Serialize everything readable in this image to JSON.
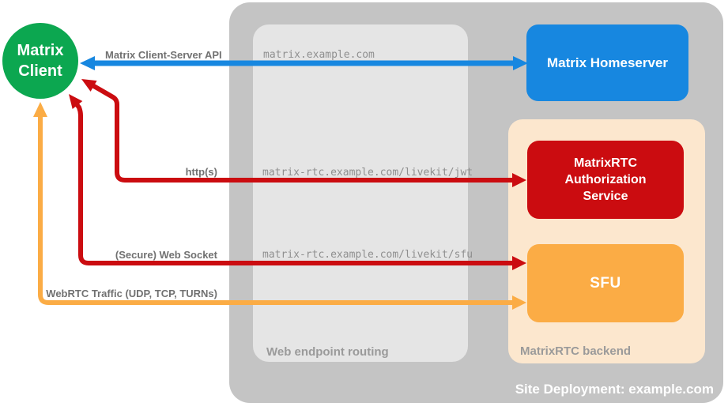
{
  "diagram": {
    "title": "Site Deployment: example.com",
    "nodes": {
      "client": {
        "line1": "Matrix",
        "line2": "Client",
        "color": "#0ca750"
      },
      "homeserver": {
        "label": "Matrix Homeserver",
        "color": "#1787e0"
      },
      "auth_service": {
        "label": "MatrixRTC Authorization Service",
        "color": "#cb0c10"
      },
      "sfu": {
        "label": "SFU",
        "color": "#fbac45"
      }
    },
    "groups": {
      "site": {
        "label": "Site Deployment: example.com",
        "color": "#c4c4c4"
      },
      "web_routing": {
        "label": "Web endpoint routing",
        "color": "#e5e5e5"
      },
      "backend": {
        "label": "MatrixRTC backend",
        "color": "#fce7ce"
      }
    },
    "endpoints": {
      "homeserver_url": "matrix.example.com",
      "jwt_url": "matrix-rtc.example.com/livekit/jwt",
      "sfu_url": "matrix-rtc.example.com/livekit/sfu"
    },
    "edges": [
      {
        "label": "Matrix Client-Server API",
        "from": "Matrix Client",
        "to": "Matrix Homeserver",
        "color": "#1787e0",
        "bidirectional": true
      },
      {
        "label": "http(s)",
        "from": "Matrix Client",
        "to": "MatrixRTC Authorization Service",
        "color": "#cb0c10",
        "bidirectional": true
      },
      {
        "label": "(Secure) Web Socket",
        "from": "Matrix Client",
        "to": "SFU",
        "color": "#cb0c10",
        "bidirectional": true
      },
      {
        "label": "WebRTC Traffic (UDP, TCP, TURNs)",
        "from": "Matrix Client",
        "to": "SFU",
        "color": "#fbac45",
        "bidirectional": true
      }
    ]
  }
}
